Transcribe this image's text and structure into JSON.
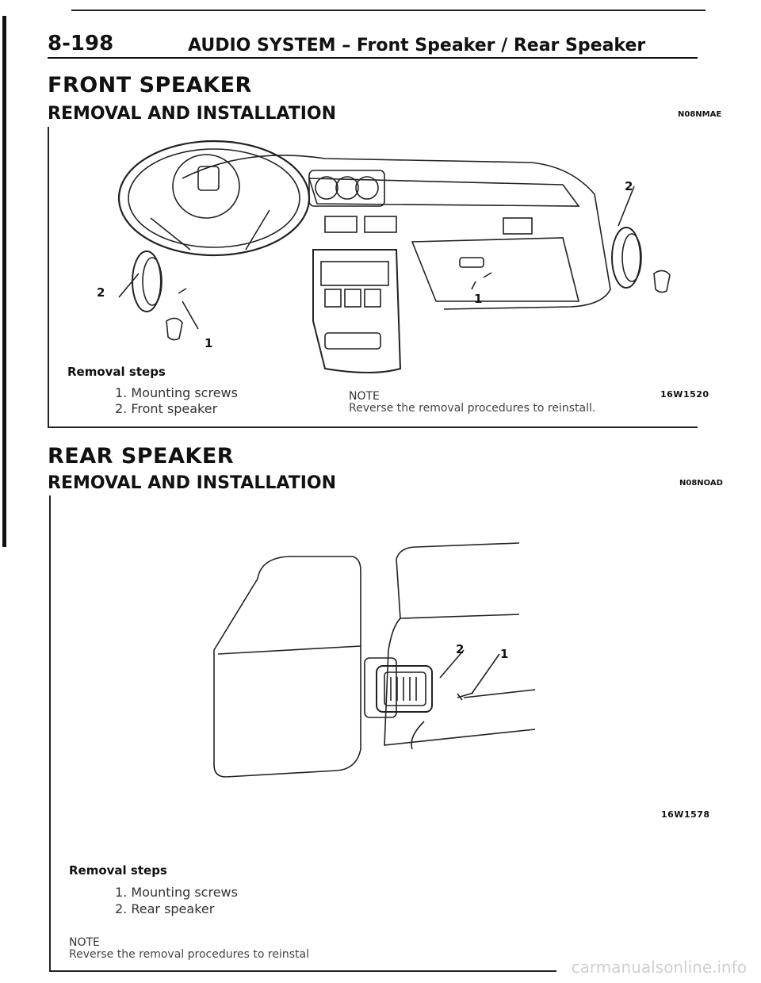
{
  "header": {
    "page_number": "8-198",
    "title": "AUDIO SYSTEM – Front Speaker / Rear Speaker"
  },
  "front": {
    "heading": "FRONT SPEAKER",
    "subheading": "REMOVAL AND INSTALLATION",
    "code": "N08NMAE",
    "callouts": [
      "2",
      "2",
      "1",
      "1"
    ],
    "steps_label": "Removal steps",
    "steps": [
      "1. Mounting screws",
      "2. Front speaker"
    ],
    "note_label": "NOTE",
    "note_text": "Reverse the removal procedures to reinstall.",
    "figure_code": "16W1520"
  },
  "rear": {
    "heading": "REAR SPEAKER",
    "subheading": "REMOVAL AND INSTALLATION",
    "code": "N08NOAD",
    "callouts": [
      "2",
      "1"
    ],
    "figure_code": "16W1578",
    "steps_label": "Removal steps",
    "steps": [
      "1. Mounting screws",
      "2. Rear speaker"
    ],
    "note_label": "NOTE",
    "note_text": "Reverse the removal procedures to reinstal"
  },
  "watermark": "carmanualsonline.info"
}
